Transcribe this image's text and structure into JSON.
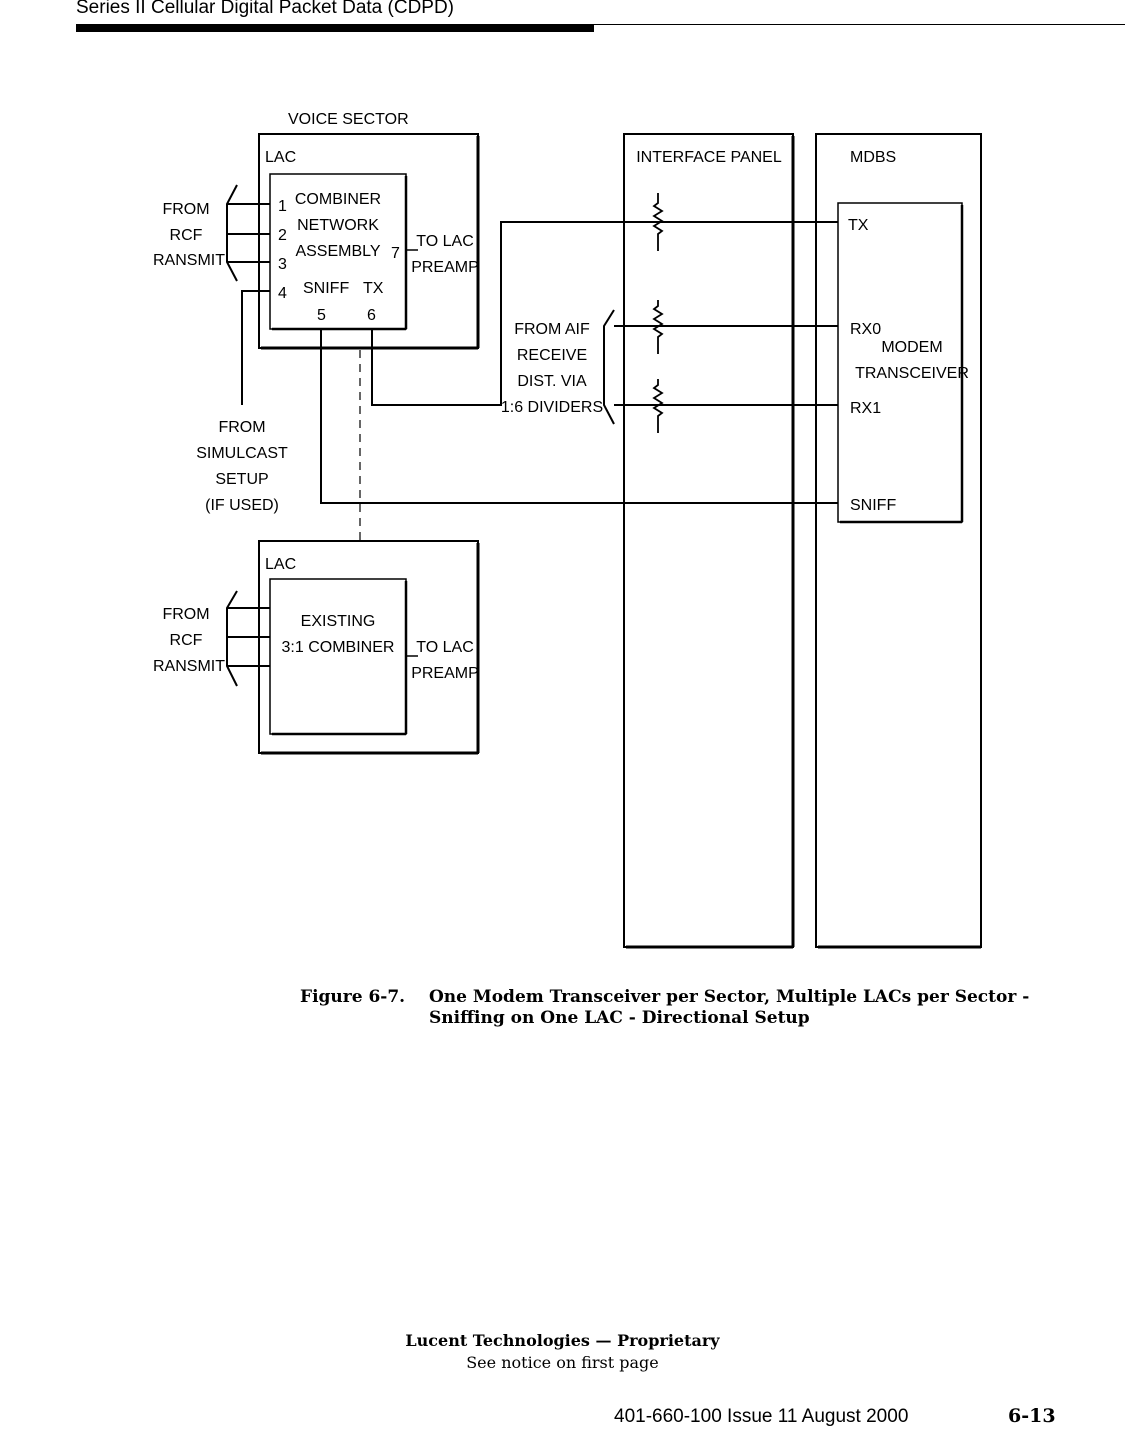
{
  "header": {
    "title": "Series II Cellular Digital Packet Data (CDPD)"
  },
  "diagram": {
    "voice_sector": "VOICE SECTOR",
    "lac_top": "LAC",
    "combiner": [
      "COMBINER",
      "NETWORK",
      "ASSEMBLY"
    ],
    "ports": {
      "p1": "1",
      "p2": "2",
      "p3": "3",
      "p4": "4",
      "p5": "5",
      "p6": "6",
      "p7": "7",
      "sniff": "SNIFF",
      "tx": "TX"
    },
    "from_rcf_top": [
      "FROM",
      "RCF",
      "RANSMIT"
    ],
    "to_lac_top": [
      "TO LAC",
      "PREAMP"
    ],
    "from_simulcast": [
      "FROM",
      "SIMULCAST",
      "SETUP",
      "(IF USED)"
    ],
    "lac_bottom": "LAC",
    "existing": [
      "EXISTING",
      "3:1 COMBINER"
    ],
    "from_rcf_bottom": [
      "FROM",
      "RCF",
      "RANSMIT"
    ],
    "to_lac_bottom": [
      "TO LAC",
      "PREAMP"
    ],
    "interface_panel": "INTERFACE PANEL",
    "from_aif": [
      "FROM AIF",
      "RECEIVE",
      "DIST. VIA",
      "1:6 DIVIDERS"
    ],
    "mdbs": "MDBS",
    "modem_tx": "TX",
    "rx0": "RX0",
    "rx1": "RX1",
    "modem_sniff": "SNIFF",
    "modem": [
      "MODEM",
      "TRANSCEIVER"
    ]
  },
  "caption": {
    "number": "Figure 6-7.",
    "text": "One Modem Transceiver per Sector, Multiple LACs per Sector - Sniffing on One LAC - Directional Setup"
  },
  "footer": {
    "brand": "Lucent Technologies — Proprietary",
    "notice": "See notice on first page",
    "doc_id": "401-660-100 Issue 11    August 2000",
    "page": "6-13"
  }
}
